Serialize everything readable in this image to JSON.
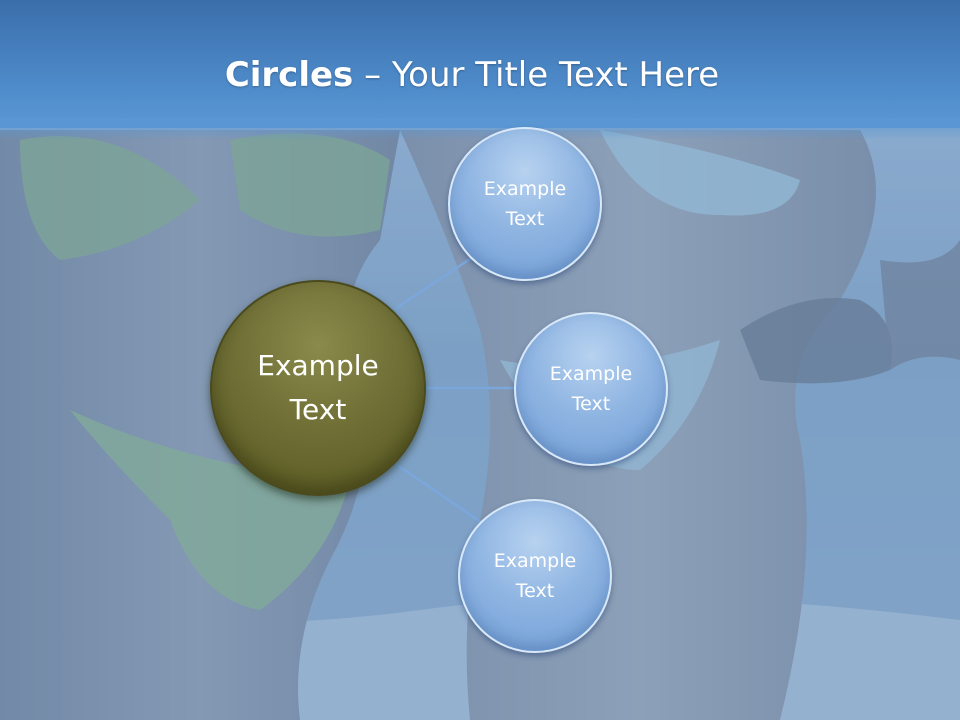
{
  "title": {
    "bold": "Circles",
    "rest": " – Your Title Text Here"
  },
  "diagram": {
    "center": {
      "line1": "Example",
      "line2": "Text"
    },
    "nodes": [
      {
        "line1": "Example",
        "line2": "Text"
      },
      {
        "line1": "Example",
        "line2": "Text"
      },
      {
        "line1": "Example",
        "line2": "Text"
      }
    ]
  },
  "colors": {
    "header": "#4f8ccb",
    "node_fill": "#8fb5e2",
    "center_fill": "#6d6d34",
    "connector": "#7ba7dc"
  }
}
